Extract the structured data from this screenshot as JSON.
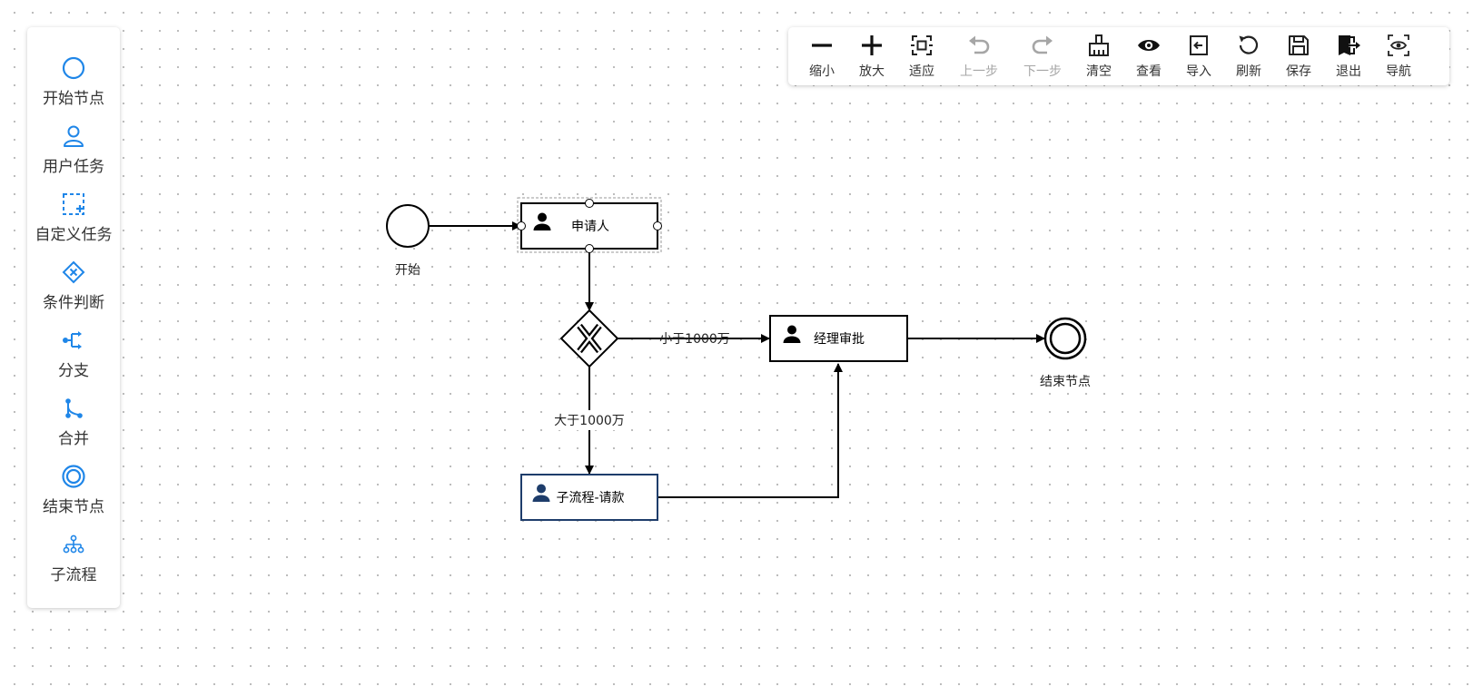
{
  "palette": {
    "items": [
      {
        "label": "开始节点",
        "icon": "circle-icon"
      },
      {
        "label": "用户任务",
        "icon": "user-icon"
      },
      {
        "label": "自定义任务",
        "icon": "dashed-square-plus-icon"
      },
      {
        "label": "条件判断",
        "icon": "diamond-x-icon"
      },
      {
        "label": "分支",
        "icon": "branch-icon"
      },
      {
        "label": "合并",
        "icon": "merge-icon"
      },
      {
        "label": "结束节点",
        "icon": "double-circle-icon"
      },
      {
        "label": "子流程",
        "icon": "hierarchy-icon"
      }
    ]
  },
  "toolbar": {
    "items": [
      {
        "label": "缩小",
        "icon": "minus-icon",
        "enabled": true
      },
      {
        "label": "放大",
        "icon": "plus-icon",
        "enabled": true
      },
      {
        "label": "适应",
        "icon": "fit-icon",
        "enabled": true
      },
      {
        "label": "上一步",
        "icon": "undo-icon",
        "enabled": false
      },
      {
        "label": "下一步",
        "icon": "redo-icon",
        "enabled": false
      },
      {
        "label": "清空",
        "icon": "broom-icon",
        "enabled": true
      },
      {
        "label": "查看",
        "icon": "eye-icon",
        "enabled": true
      },
      {
        "label": "导入",
        "icon": "import-icon",
        "enabled": true
      },
      {
        "label": "刷新",
        "icon": "refresh-icon",
        "enabled": true
      },
      {
        "label": "保存",
        "icon": "save-icon",
        "enabled": true
      },
      {
        "label": "退出",
        "icon": "exit-icon",
        "enabled": true
      },
      {
        "label": "导航",
        "icon": "navigate-eye-icon",
        "enabled": true
      }
    ]
  },
  "diagram": {
    "start_label": "开始",
    "applicant_label": "申请人",
    "manager_label": "经理审批",
    "subprocess_label": "子流程-请款",
    "end_label": "结束节点",
    "edge_less_label": "小于1000万",
    "edge_greater_label": "大于1000万"
  },
  "colors": {
    "accent": "#1f86e8",
    "node_stroke": "#000000",
    "subprocess_stroke": "#1e3d6b",
    "disabled": "#a6a6a6"
  }
}
